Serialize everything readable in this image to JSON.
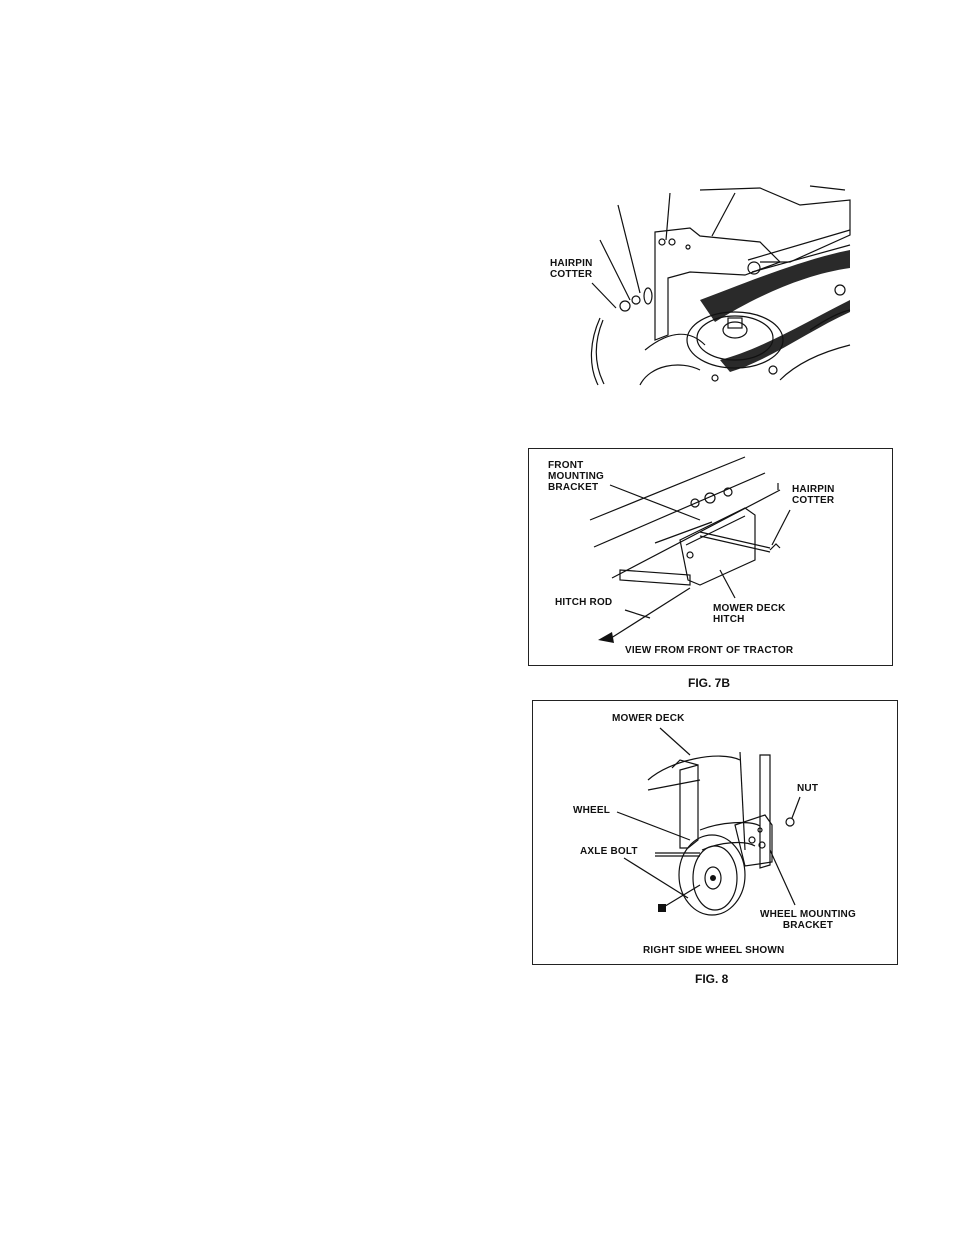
{
  "fig7a": {
    "labels": {
      "hairpin_cotter": "HAIRPIN\nCOTTER"
    }
  },
  "fig7b": {
    "labels": {
      "front_mounting_bracket": "FRONT\nMOUNTING\nBRACKET",
      "hairpin_cotter": "HAIRPIN\nCOTTER",
      "hitch_rod": "HITCH ROD",
      "mower_deck_hitch": "MOWER DECK\nHITCH"
    },
    "view_caption": "VIEW FROM FRONT OF TRACTOR",
    "figure_caption": "FIG. 7B"
  },
  "fig8": {
    "labels": {
      "mower_deck": "MOWER DECK",
      "nut": "NUT",
      "wheel": "WHEEL",
      "axle_bolt": "AXLE BOLT",
      "wheel_mounting_bracket": "WHEEL MOUNTING\nBRACKET"
    },
    "view_caption": "RIGHT SIDE WHEEL SHOWN",
    "figure_caption": "FIG. 8"
  }
}
